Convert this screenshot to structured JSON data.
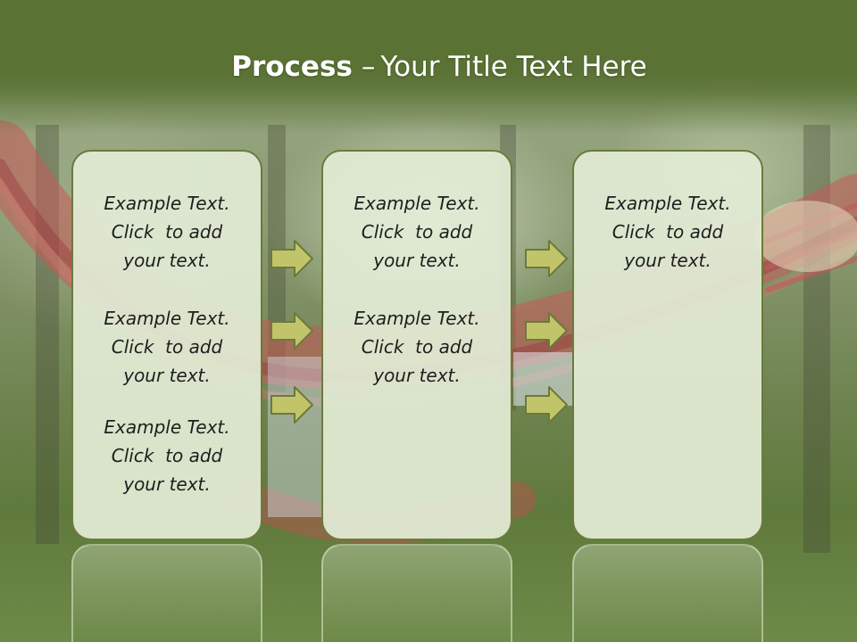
{
  "slide": {
    "title_bold": "Process",
    "title_separator": "–",
    "title_rest": "Your Title Text Here"
  },
  "columns": [
    {
      "blocks": [
        [
          "Example Text.",
          "Click  to add",
          "your text."
        ],
        [
          "Example Text.",
          "Click  to add",
          "your text."
        ],
        [
          "Example Text.",
          "Click  to add",
          "your text."
        ]
      ]
    },
    {
      "blocks": [
        [
          "Example Text.",
          "Click  to add",
          "your text."
        ],
        [
          "Example Text.",
          "Click  to add",
          "your text."
        ]
      ]
    },
    {
      "blocks": [
        [
          "Example Text.",
          "Click  to add",
          "your text."
        ]
      ]
    }
  ],
  "colors": {
    "title_bar": "#5a7234",
    "box_fill": "#e2ecd5",
    "box_border": "#6b7a3b",
    "arrow_fill": "#c2c46a",
    "arrow_stroke": "#6b7a3b"
  },
  "icons": {
    "arrow": "right-arrow-icon"
  }
}
